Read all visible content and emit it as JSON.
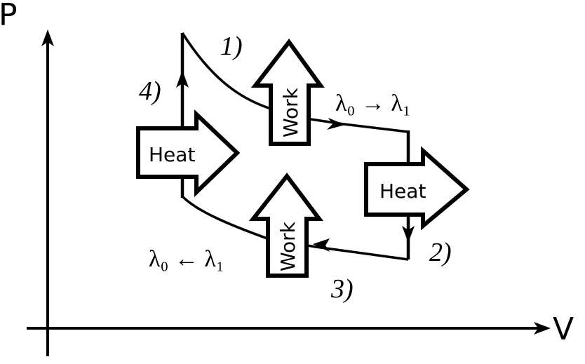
{
  "axes": {
    "y_label": "P",
    "x_label": "V"
  },
  "stages": {
    "s1": "1)",
    "s2": "2)",
    "s3": "3)",
    "s4": "4)"
  },
  "arrows": {
    "heat_in": "Heat",
    "heat_out": "Heat",
    "work_top": "Work",
    "work_bottom": "Work"
  },
  "transitions": {
    "forward": "λ₀ → λ₁",
    "backward": "λ₀ ← λ₁"
  }
}
